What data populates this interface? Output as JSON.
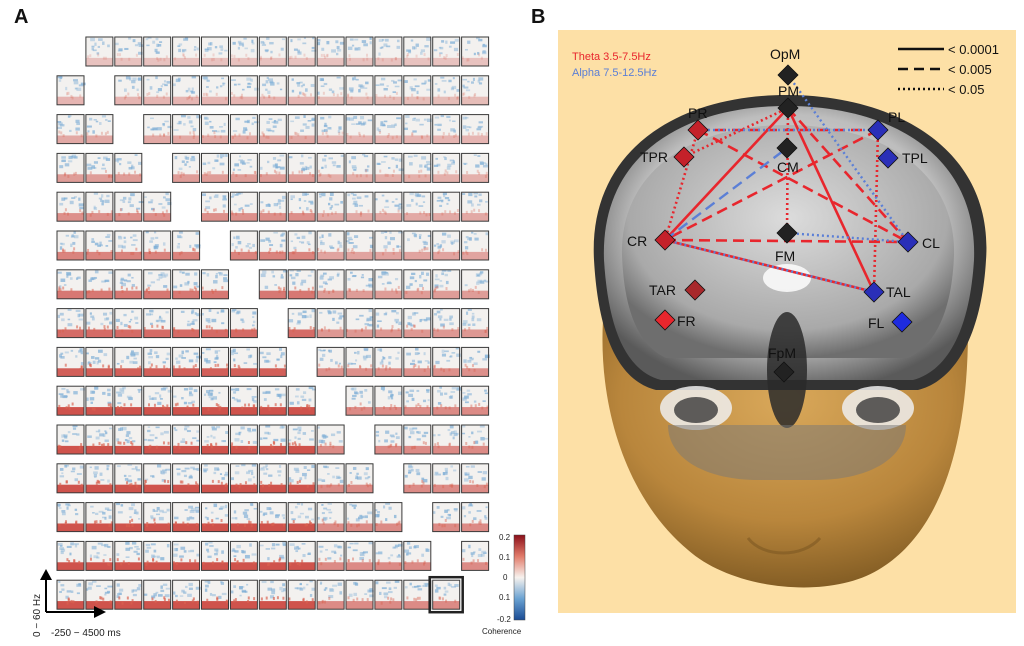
{
  "panel_a": {
    "label": "A",
    "rows": [
      [
        0,
        1,
        1,
        1,
        1,
        1,
        1,
        1,
        1,
        1,
        1,
        1,
        1,
        1,
        1
      ],
      [
        1,
        0,
        1,
        1,
        1,
        1,
        1,
        1,
        1,
        1,
        1,
        1,
        1,
        1,
        1
      ],
      [
        1,
        1,
        0,
        1,
        1,
        1,
        1,
        1,
        1,
        1,
        1,
        1,
        1,
        1,
        1
      ],
      [
        1,
        1,
        1,
        0,
        1,
        1,
        1,
        1,
        1,
        1,
        1,
        1,
        1,
        1,
        1
      ],
      [
        1,
        1,
        1,
        1,
        0,
        1,
        1,
        1,
        1,
        1,
        1,
        1,
        1,
        1,
        1
      ],
      [
        1,
        1,
        1,
        1,
        1,
        0,
        1,
        1,
        1,
        1,
        1,
        1,
        1,
        1,
        1
      ],
      [
        1,
        1,
        1,
        1,
        1,
        1,
        0,
        1,
        1,
        1,
        1,
        1,
        1,
        1,
        1
      ],
      [
        1,
        1,
        1,
        1,
        1,
        1,
        1,
        0,
        1,
        1,
        1,
        1,
        1,
        1,
        1
      ],
      [
        1,
        1,
        1,
        1,
        1,
        1,
        1,
        1,
        0,
        1,
        1,
        1,
        1,
        1,
        1
      ],
      [
        1,
        1,
        1,
        1,
        1,
        1,
        1,
        1,
        1,
        0,
        1,
        1,
        1,
        1,
        1
      ],
      [
        1,
        1,
        1,
        1,
        1,
        1,
        1,
        1,
        1,
        1,
        0,
        1,
        1,
        1,
        1
      ],
      [
        1,
        1,
        1,
        1,
        1,
        1,
        1,
        1,
        1,
        1,
        1,
        0,
        1,
        1,
        1
      ],
      [
        1,
        1,
        1,
        1,
        1,
        1,
        1,
        1,
        1,
        1,
        1,
        1,
        0,
        1,
        1
      ],
      [
        1,
        1,
        1,
        1,
        1,
        1,
        1,
        1,
        1,
        1,
        1,
        1,
        1,
        0,
        1
      ],
      [
        1,
        1,
        1,
        1,
        1,
        1,
        1,
        1,
        1,
        1,
        1,
        1,
        1,
        1,
        0
      ]
    ],
    "highlight_cell": {
      "row": 14,
      "col": 13
    },
    "y_axis_label": "0 − 60 Hz",
    "x_axis_label": "-250 − 4500 ms",
    "colorbar": {
      "ticks": [
        "0.2",
        "0.1",
        "0",
        "0.1",
        "-0.2"
      ],
      "label": "Coherence"
    }
  },
  "panel_b": {
    "label": "B",
    "legend_theta": "Theta 3.5-7.5Hz",
    "legend_alpha": "Alpha 7.5-12.5Hz",
    "legend_keys": [
      "< 0.0001",
      "< 0.005",
      "< 0.05"
    ],
    "colors": {
      "theta": "#e8262d",
      "alpha": "#5b7fd6",
      "background": "#fde0a6"
    },
    "nodes": [
      {
        "id": "OpM",
        "label": "OpM",
        "color": "#222222"
      },
      {
        "id": "PM",
        "label": "PM",
        "color": "#222222"
      },
      {
        "id": "PR",
        "label": "PR",
        "color": "#c4212a"
      },
      {
        "id": "PL",
        "label": "PL",
        "color": "#2a2fb8"
      },
      {
        "id": "TPR",
        "label": "TPR",
        "color": "#c4212a"
      },
      {
        "id": "TPL",
        "label": "TPL",
        "color": "#2a2fb8"
      },
      {
        "id": "CM",
        "label": "CM",
        "color": "#222222"
      },
      {
        "id": "CR",
        "label": "CR",
        "color": "#c4212a"
      },
      {
        "id": "CL",
        "label": "CL",
        "color": "#2a2fb8"
      },
      {
        "id": "FM",
        "label": "FM",
        "color": "#222222"
      },
      {
        "id": "TAR",
        "label": "TAR",
        "color": "#a8282b"
      },
      {
        "id": "TAL",
        "label": "TAL",
        "color": "#2a2fb8"
      },
      {
        "id": "FR",
        "label": "FR",
        "color": "#e8262d"
      },
      {
        "id": "FL",
        "label": "FL",
        "color": "#1e2be0"
      },
      {
        "id": "FpM",
        "label": "FpM",
        "color": "#222222"
      }
    ],
    "connections": [
      {
        "from": "PM",
        "to": "CR",
        "band": "theta",
        "sig": "< 0.0001"
      },
      {
        "from": "PM",
        "to": "TAL",
        "band": "theta",
        "sig": "< 0.0001"
      },
      {
        "from": "CR",
        "to": "TAL",
        "band": "theta",
        "sig": "< 0.0001"
      },
      {
        "from": "PR",
        "to": "PL",
        "band": "theta",
        "sig": "< 0.005"
      },
      {
        "from": "PR",
        "to": "CL",
        "band": "theta",
        "sig": "< 0.005"
      },
      {
        "from": "CR",
        "to": "CL",
        "band": "theta",
        "sig": "< 0.005"
      },
      {
        "from": "PM",
        "to": "CL",
        "band": "theta",
        "sig": "< 0.005"
      },
      {
        "from": "PL",
        "to": "CR",
        "band": "theta",
        "sig": "< 0.005"
      },
      {
        "from": "PR",
        "to": "CR",
        "band": "theta",
        "sig": "< 0.05"
      },
      {
        "from": "TPR",
        "to": "PM",
        "band": "theta",
        "sig": "< 0.05"
      },
      {
        "from": "PM",
        "to": "FM",
        "band": "theta",
        "sig": "< 0.05"
      },
      {
        "from": "PL",
        "to": "TAL",
        "band": "theta",
        "sig": "< 0.05"
      },
      {
        "from": "OpM",
        "to": "CL",
        "band": "alpha",
        "sig": "< 0.05"
      },
      {
        "from": "PR",
        "to": "PL",
        "band": "alpha",
        "sig": "< 0.05"
      },
      {
        "from": "CR",
        "to": "TAL",
        "band": "alpha",
        "sig": "< 0.05"
      },
      {
        "from": "FM",
        "to": "CL",
        "band": "alpha",
        "sig": "< 0.05"
      },
      {
        "from": "CR",
        "to": "CM",
        "band": "alpha",
        "sig": "< 0.005"
      }
    ]
  }
}
